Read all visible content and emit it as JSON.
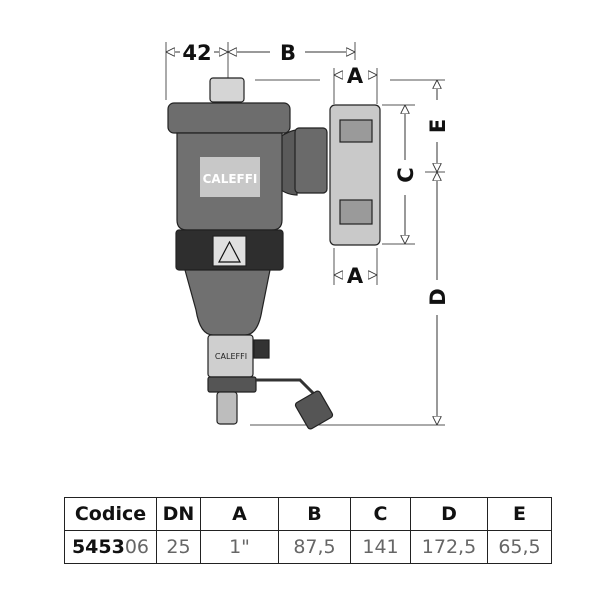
{
  "drawing": {
    "dimension_labels": {
      "width_42": "42",
      "b": "B",
      "a_top": "A",
      "a_bottom": "A",
      "c": "C",
      "d": "D",
      "e": "E"
    },
    "logo_text": "CALEFFI",
    "valve_logo_text": "CALEFFI"
  },
  "table": {
    "headers": [
      "Codice",
      "DN",
      "A",
      "B",
      "C",
      "D",
      "E"
    ],
    "row": {
      "code_bold": "5453",
      "code_rest": "06",
      "values": [
        "25",
        "1\"",
        "87,5",
        "141",
        "172,5",
        "65,5"
      ]
    }
  }
}
